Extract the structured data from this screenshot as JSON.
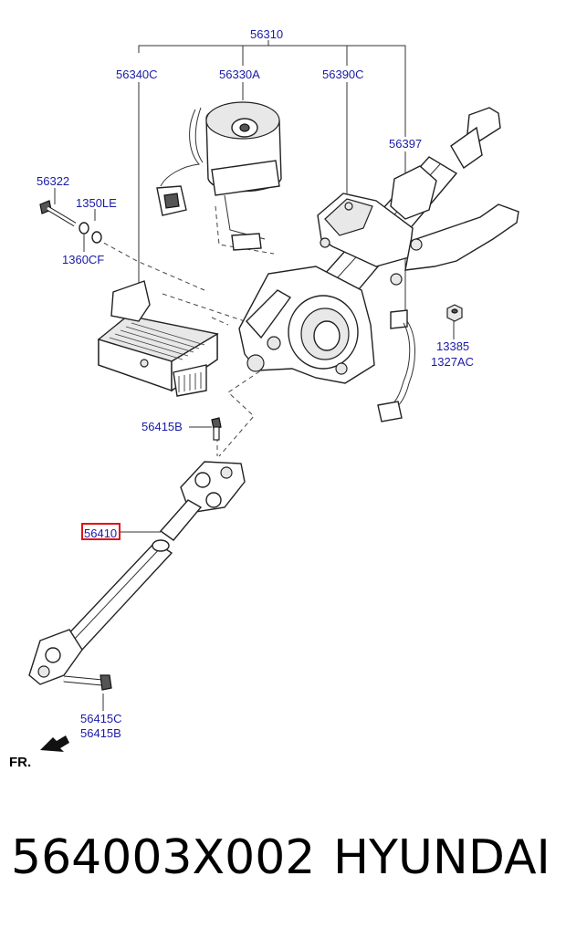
{
  "labels": {
    "assembly": "56310",
    "module": "56340C",
    "motor": "56330A",
    "column": "56390C",
    "bracket": "56397",
    "bolt_top": "56322",
    "washer_a": "1350LE",
    "washer_b": "1360CF",
    "nut_a": "13385",
    "nut_b": "1327AC",
    "bolt_mid": "56415B",
    "shaft": "56410",
    "bolt_bottom_a": "56415C",
    "bolt_bottom_b": "56415B",
    "front": "FR."
  },
  "highlight_color": "#e0131a",
  "label_color": "#1a1aa6",
  "footer": {
    "part_number": "564003X002",
    "brand": "HYUNDAI"
  }
}
